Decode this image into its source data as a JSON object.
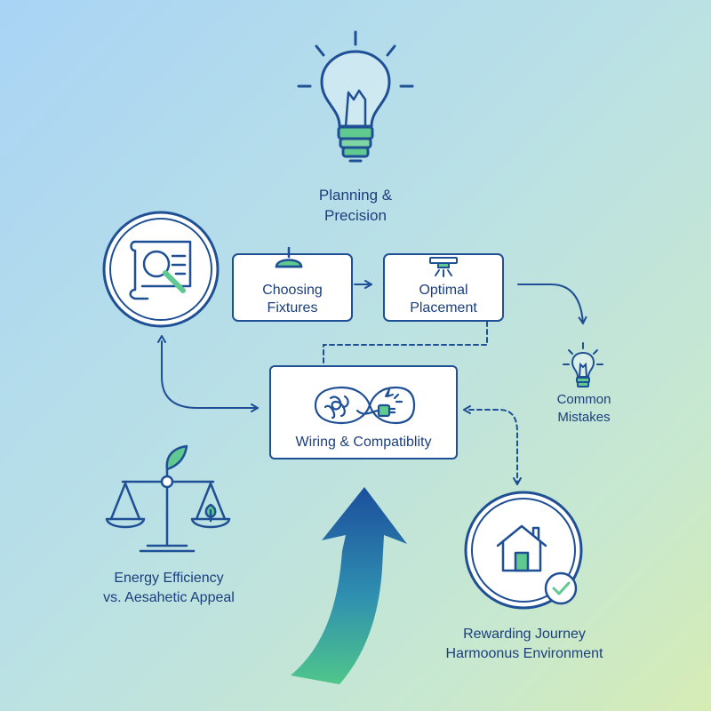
{
  "nodes": {
    "planning": {
      "line1": "Planning &",
      "line2": "Precision"
    },
    "fixtures": {
      "line1": "Choosing",
      "line2": "Fixtures"
    },
    "placement": {
      "line1": "Optimal",
      "line2": "Placement"
    },
    "wiring": {
      "label": "Wiring & Compatiblity"
    },
    "mistakes": {
      "line1": "Common",
      "line2": "Mistakes"
    },
    "energy": {
      "line1": "Energy Efficiency",
      "line2": "vs. Aesahetic Appeal"
    },
    "journey": {
      "line1": "Rewarding Journey",
      "line2": "Harmoonus Environment"
    }
  },
  "icons": [
    "lightbulb-icon",
    "blueprint-magnifier-icon",
    "pendant-lamp-icon",
    "ceiling-light-icon",
    "wire-plug-icon",
    "small-lightbulb-icon",
    "balance-scale-icon",
    "house-icon",
    "check-icon"
  ],
  "colors": {
    "stroke": "#1f4f94",
    "accent_green": "#5fc98f",
    "arrow_top": "#1b4f9c",
    "arrow_bottom": "#4fc68a",
    "text": "#1b3f7d"
  }
}
